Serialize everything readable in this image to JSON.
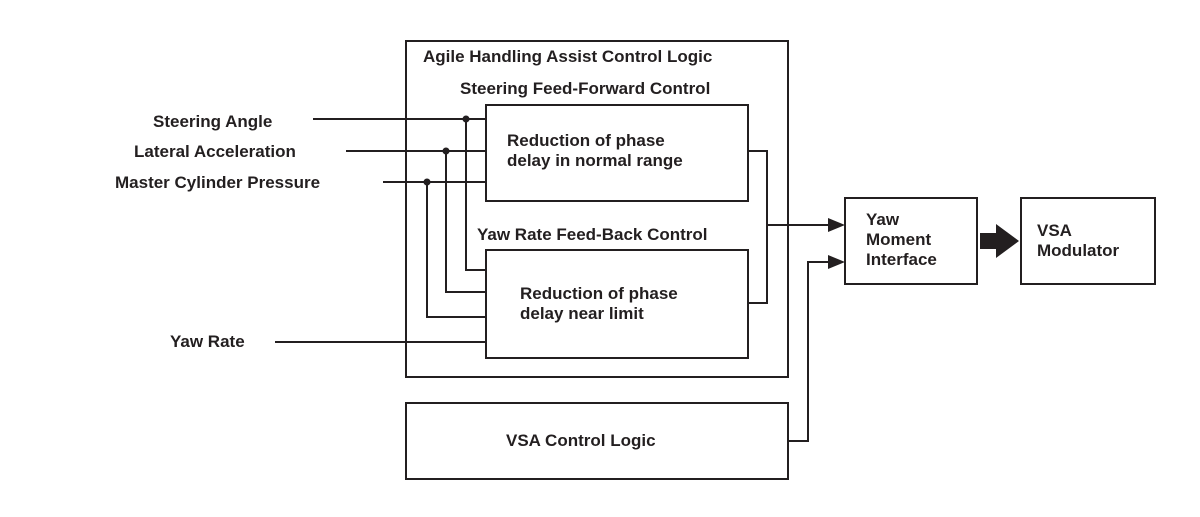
{
  "blocks": {
    "agile_title": "Agile Handling Assist Control Logic",
    "steering_ff_title": "Steering Feed-Forward Control",
    "ff_box_text": "Reduction of phase\ndelay in normal range",
    "yaw_fb_title": "Yaw Rate Feed-Back Control",
    "fb_box_text": "Reduction of phase\ndelay near limit",
    "vsa_logic": "VSA Control Logic",
    "yaw_moment_interface": "Yaw\nMoment\nInterface",
    "vsa_modulator": "VSA\nModulator"
  },
  "inputs": {
    "steering_angle": "Steering Angle",
    "lateral_acceleration": "Lateral Acceleration",
    "master_cylinder_pressure": "Master Cylinder Pressure",
    "yaw_rate": "Yaw Rate"
  },
  "colors": {
    "line": "#231f20",
    "background": "#ffffff"
  }
}
